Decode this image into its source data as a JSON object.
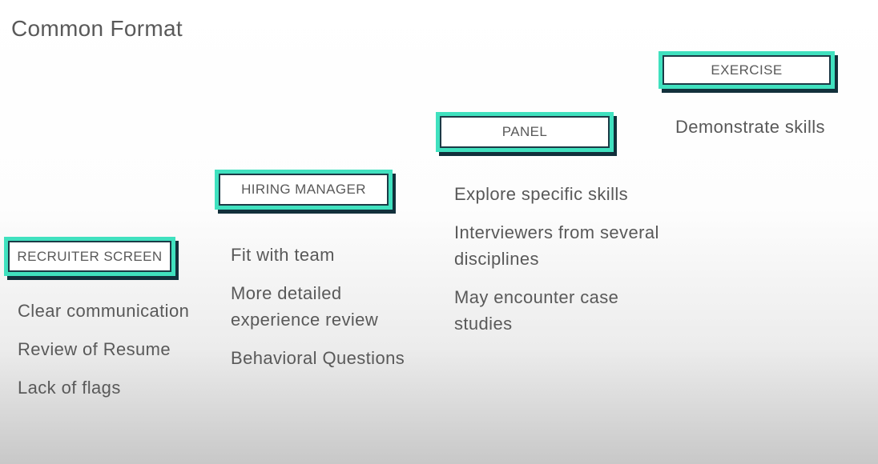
{
  "title": "Common Format",
  "colors": {
    "accent_teal": "#40e1bf",
    "border_dark": "#1b3a46",
    "shadow_dark": "#12303b",
    "text_gray": "#595959",
    "background_top": "#ffffff",
    "background_bottom": "#c8c8c8"
  },
  "stages": [
    {
      "id": "recruiter-screen",
      "label": "RECRUITER SCREEN",
      "points": [
        "Clear communication",
        "Review of Resume",
        "Lack of flags"
      ]
    },
    {
      "id": "hiring-manager",
      "label": "HIRING MANAGER",
      "points": [
        "Fit with team",
        "More detailed\nexperience review",
        "Behavioral Questions"
      ]
    },
    {
      "id": "panel",
      "label": "PANEL",
      "points": [
        "Explore specific skills",
        "Interviewers from several\ndisciplines",
        "May encounter case\nstudies"
      ]
    },
    {
      "id": "exercise",
      "label": "EXERCISE",
      "points": [
        "Demonstrate skills"
      ]
    }
  ]
}
